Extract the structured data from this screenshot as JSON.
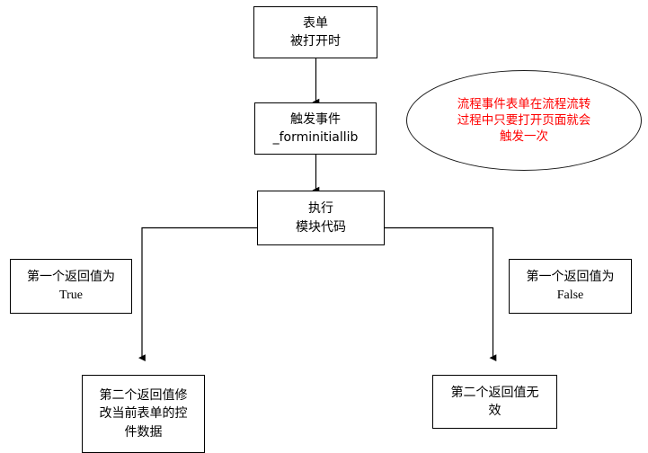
{
  "diagram": {
    "title_text_present": false,
    "colors": {
      "stroke": "#000000",
      "note_text": "#ff0000",
      "background": "#ffffff"
    },
    "nodes": {
      "form_opened": {
        "line1": "表单",
        "line2": "被打开时"
      },
      "trigger_event": {
        "line1": "触发事件",
        "line2": "_forminitiallib"
      },
      "execute_module": {
        "line1": "执行",
        "line2": "模块代码"
      },
      "first_return_true": {
        "line1": "第一个返回值为",
        "line2": "True"
      },
      "first_return_false": {
        "line1": "第一个返回值为",
        "line2": "False"
      },
      "second_return_modifies": {
        "line1": "第二个返回值修",
        "line2": "改当前表单的控",
        "line3": "件数据"
      },
      "second_return_invalid": {
        "line1": "第二个返回值无",
        "line2": "效"
      }
    },
    "note": {
      "text": "流程事件表单在流程流转\n过程中只要打开页面就会\n触发一次"
    }
  }
}
